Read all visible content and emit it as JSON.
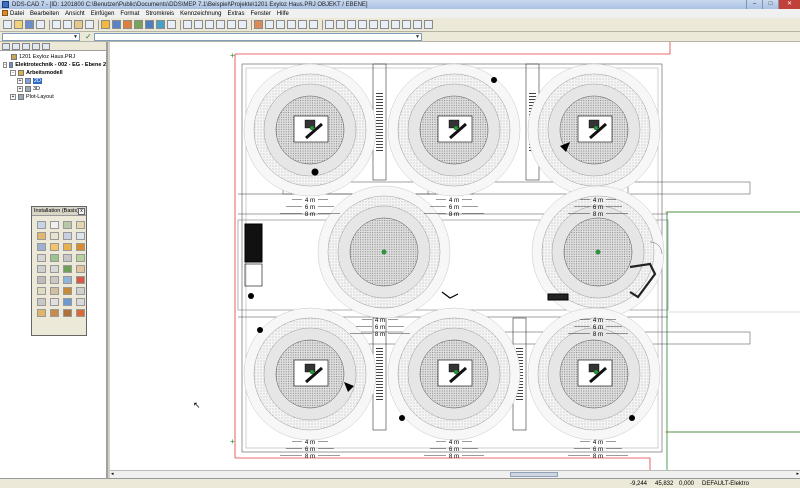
{
  "window": {
    "title": "DDS-CAD 7 - [ID: 1201800  C:\\Benutzer\\Public\\Documents\\DDS\\MEP 7.1\\Beispiel\\Projekte\\1201 Exyloz Haus.PRJ  OBJEKT / EBENE]",
    "controls": [
      "–",
      "□",
      "✕"
    ]
  },
  "menu": {
    "items": [
      "Datei",
      "Bearbeiten",
      "Ansicht",
      "Einfügen",
      "Format",
      "Stromkreis",
      "Kennzeichnung",
      "Extras",
      "Fenster",
      "Hilfe"
    ]
  },
  "toolbar2": {
    "combo1_value": "",
    "combo2_value": ""
  },
  "tree": {
    "items": [
      {
        "label": "1201 Exyloz Haus.PRJ",
        "bold": false,
        "indent": 0,
        "expander": "",
        "icon_color": "#c9a75a"
      },
      {
        "label": "Elektrotechnik - 002 - EG - Ebene 2",
        "bold": true,
        "indent": 0,
        "expander": "-",
        "icon_color": "#6b8fd1"
      },
      {
        "label": "Arbeitsmodell",
        "bold": true,
        "indent": 1,
        "expander": "-",
        "icon_color": "#d9b14a"
      },
      {
        "label": "2D",
        "bold": false,
        "indent": 2,
        "expander": "+",
        "icon_color": "#78a3de",
        "selected": true
      },
      {
        "label": "3D",
        "bold": false,
        "indent": 2,
        "expander": "+",
        "icon_color": "#9aa9bc"
      },
      {
        "label": "Plot-Layout",
        "bold": false,
        "indent": 1,
        "expander": "+",
        "icon_color": "#9aa9bc"
      }
    ]
  },
  "palette": {
    "title": "Installation (Basis)",
    "close": "x",
    "icon_colors": [
      "#c8d4e6",
      "#f0f0f0",
      "#b8c7a8",
      "#e6d6b0",
      "#e2b870",
      "#e9e3cf",
      "#c7cfe0",
      "#dde4ee",
      "#9eb0d0",
      "#f2c46b",
      "#e8b04a",
      "#d98c2b",
      "#d5d5d5",
      "#9ec48e",
      "#c6c6c6",
      "#b9d19e",
      "#cfcfcf",
      "#d8d8d8",
      "#6fa05a",
      "#e4c3a0",
      "#bcbcbc",
      "#c8c8c8",
      "#8fb4d8",
      "#d45a4a",
      "#e1d8c0",
      "#d0c0a0",
      "#c58a3a",
      "#d0d0d0",
      "#c8c8c8",
      "#e0e0e0",
      "#6d9bd1",
      "#d9d9d9",
      "#e1b46a",
      "#c98a4a",
      "#b0703a",
      "#d86a3a"
    ]
  },
  "drawing": {
    "dimension_labels": [
      "4 m",
      "6 m",
      "8 m"
    ],
    "line_colors": {
      "wall": "#000000",
      "frame": "#e03c3c",
      "grid": "#1a8a2a"
    }
  },
  "status": {
    "x": "-9,244",
    "y": "45,832",
    "z": "0,000",
    "layer": "DEFAULT-Elektro"
  }
}
